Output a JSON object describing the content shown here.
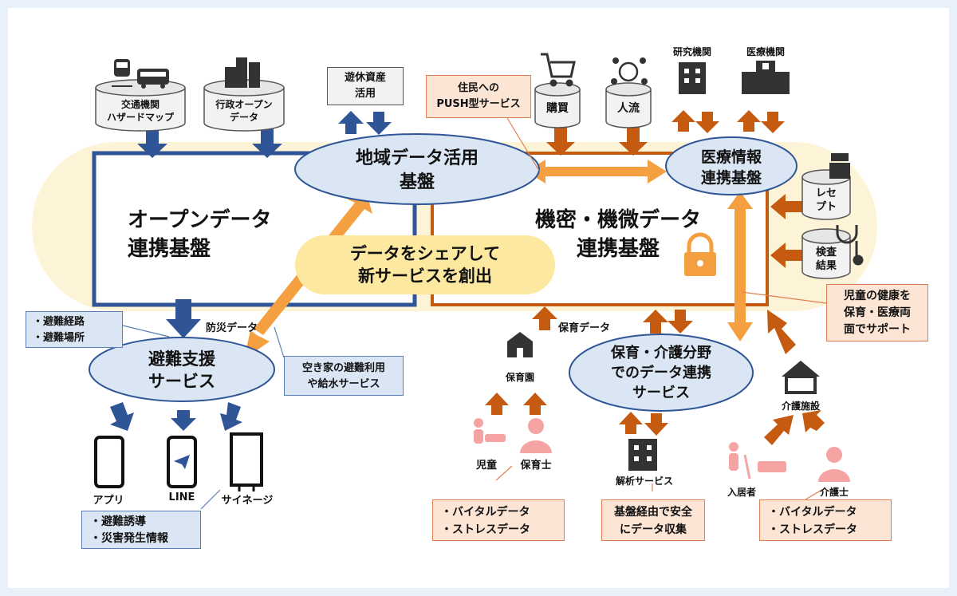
{
  "main": {
    "open_data_platform": [
      "オープンデータ",
      "連携基盤"
    ],
    "confidential_platform": [
      "機密・機微データ",
      "連携基盤"
    ],
    "regional_platform": [
      "地域データ活用",
      "基盤"
    ],
    "medical_platform": [
      "医療情報",
      "連携基盤"
    ],
    "share_center": [
      "データをシェアして",
      "新サービスを創出"
    ],
    "evacuation_service": [
      "避難支援",
      "サービス"
    ],
    "childcare_service": [
      "保育・介護分野",
      "でのデータ連携",
      "サービス"
    ]
  },
  "sources": {
    "transport": [
      "交通機関",
      "ハザードマップ"
    ],
    "gov_open": [
      "行政オープン",
      "データ"
    ],
    "idle_assets": [
      "遊休資産",
      "活用"
    ],
    "purchase": "購買",
    "people_flow": "人流",
    "research": "研究機関",
    "medical": "医療機関",
    "receipt": [
      "レセ",
      "プト"
    ],
    "test_results": [
      "検査",
      "結果"
    ]
  },
  "callouts": {
    "push_service": [
      "住民への",
      "PUSH型サービス"
    ],
    "evac_route": [
      "・避難経路",
      "・避難場所"
    ],
    "vacant_house": [
      "空き家の避難利用",
      "や給水サービス"
    ],
    "guidance": [
      "・避難誘導",
      "・災害発生情報"
    ],
    "child_health": [
      "児童の健康を",
      "保育・医療両",
      "面でサポート"
    ],
    "vital_left": [
      "・バイタルデータ",
      "・ストレスデータ"
    ],
    "secure_collect": [
      "基盤経由で安全",
      "にデータ収集"
    ],
    "vital_right": [
      "・バイタルデータ",
      "・ストレスデータ"
    ]
  },
  "labels": {
    "disaster_data": "防災データ",
    "childcare_data": "保育データ",
    "app": "アプリ",
    "line": "LINE",
    "signage": "サイネージ",
    "nursery": "保育園",
    "child": "児童",
    "nursery_teacher": "保育士",
    "analysis": "解析サービス",
    "care_facility": "介護施設",
    "resident": "入居者",
    "caregiver": "介護士"
  },
  "colors": {
    "blue_dark": "#2f5597",
    "blue_fill": "#dae6f4",
    "orange_dark": "#c55a11",
    "orange_arrow": "#f4a040",
    "yellow": "#fde8a0",
    "band": "#fdf3d6",
    "pink_icon": "#f5a3a3",
    "gray_icon": "#404040"
  }
}
